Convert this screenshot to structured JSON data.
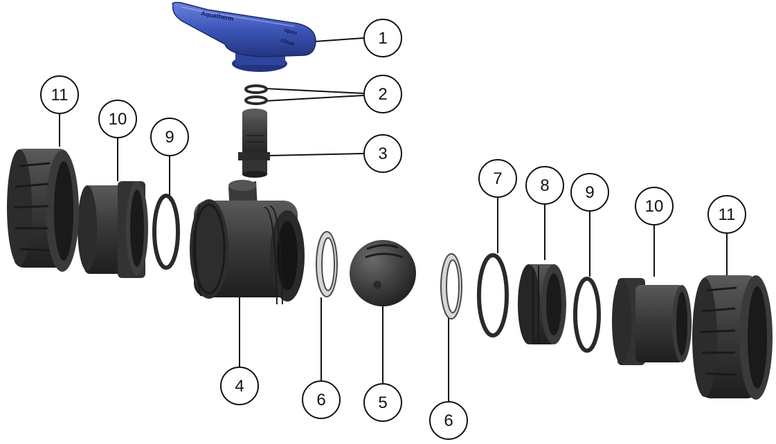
{
  "colors": {
    "part_dark": "#2e2e2e",
    "part_mid": "#3c3c3c",
    "part_light": "#565656",
    "handle_blue": "#3c55b8",
    "handle_dark": "#1f2e78",
    "seat_ring": "#d6d6d6",
    "callout_line": "#111111"
  },
  "handle": {
    "brand_text": "Aquatherm",
    "open_text": "open",
    "close_text": "close"
  },
  "callouts": {
    "c1": "1",
    "c2": "2",
    "c3": "3",
    "c4": "4",
    "c5": "5",
    "c6a": "6",
    "c6b": "6",
    "c7": "7",
    "c8": "8",
    "c9a": "9",
    "c9b": "9",
    "c10a": "10",
    "c10b": "10",
    "c11a": "11",
    "c11b": "11"
  }
}
